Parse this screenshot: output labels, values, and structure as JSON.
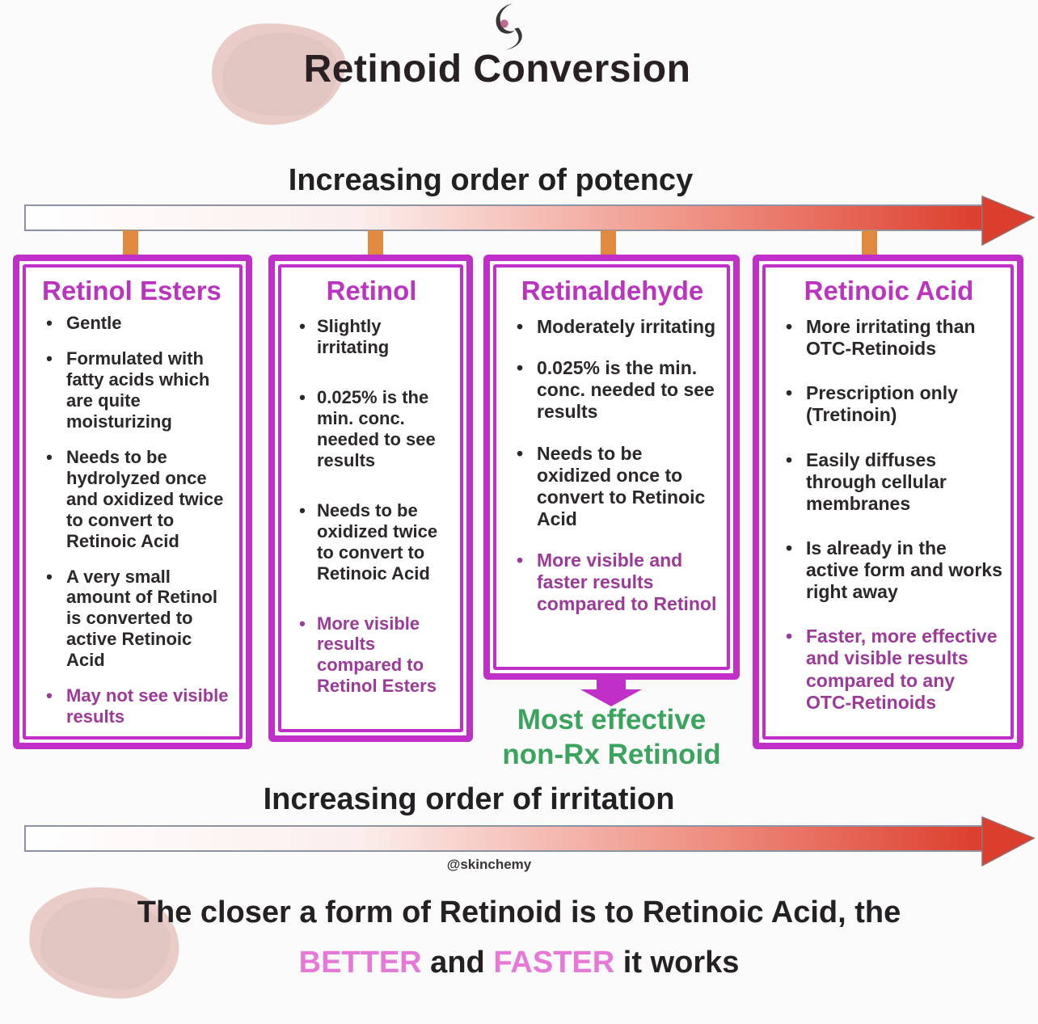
{
  "header": {
    "title": "Retinoid Conversion",
    "logo": "skinchemy-figure-logo"
  },
  "labels": {
    "potency": "Increasing order of potency",
    "irritation": "Increasing order of irritation"
  },
  "handle": "@skinchemy",
  "most_effective": {
    "line1": "Most effective",
    "line2": "non-Rx Retinoid"
  },
  "boxes": [
    {
      "title": "Retinol Esters",
      "bullets": [
        {
          "text": "Gentle",
          "highlight": false
        },
        {
          "text": "Formulated with fatty acids which are quite moisturizing",
          "highlight": false
        },
        {
          "text": "Needs to be hydrolyzed once and oxidized twice to convert to Retinoic Acid",
          "highlight": false
        },
        {
          "text": "A very small amount of Retinol is converted to active Retinoic Acid",
          "highlight": false
        },
        {
          "text": "May not see visible results",
          "highlight": true
        }
      ]
    },
    {
      "title": "Retinol",
      "bullets": [
        {
          "text": "Slightly irritating",
          "highlight": false
        },
        {
          "text": "0.025% is the min. conc. needed to see results",
          "highlight": false
        },
        {
          "text": "Needs to be oxidized twice to convert to Retinoic Acid",
          "highlight": false
        },
        {
          "text": "More visible results compared to Retinol Esters",
          "highlight": true
        }
      ]
    },
    {
      "title": "Retinaldehyde",
      "bullets": [
        {
          "text": "Moderately irritating",
          "highlight": false
        },
        {
          "text": "0.025% is the min. conc. needed to see results",
          "highlight": false
        },
        {
          "text": "Needs to be oxidized once to convert to Retinoic Acid",
          "highlight": false
        },
        {
          "text": "More visible and faster results compared to Retinol",
          "highlight": true
        }
      ]
    },
    {
      "title": "Retinoic Acid",
      "bullets": [
        {
          "text": "More irritating than OTC-Retinoids",
          "highlight": false
        },
        {
          "text": "Prescription only (Tretinoin)",
          "highlight": false
        },
        {
          "text": "Easily diffuses through cellular membranes",
          "highlight": false
        },
        {
          "text": "Is already in the active form and works right away",
          "highlight": false
        },
        {
          "text": "Faster, more effective and visible results compared to any OTC-Retinoids",
          "highlight": true
        }
      ]
    }
  ],
  "footer": {
    "line1": [
      {
        "text": "The closer a form of Retinoid is to Retinoic Acid, the",
        "highlight": false
      }
    ],
    "line2": [
      {
        "text": "BETTER",
        "highlight": true
      },
      {
        "text": " and ",
        "highlight": false
      },
      {
        "text": "FASTER",
        "highlight": true
      },
      {
        "text": " it works",
        "highlight": false
      }
    ]
  },
  "colors": {
    "magenta_border": "#c02fc7",
    "magenta_title": "#bb34c0",
    "purple_highlight": "#9c3a99",
    "green_text": "#3aa45c",
    "pink_footer": "#e678d8",
    "orange_connector": "#df8a3e",
    "dark_text": "#2b272a",
    "brush_stroke": "#e8c9c4",
    "arrow_gradient": [
      "#ffffff",
      "#fbeeec",
      "#ef9284",
      "#dc3e2d"
    ],
    "arrow_outline": "#8d93a3"
  }
}
